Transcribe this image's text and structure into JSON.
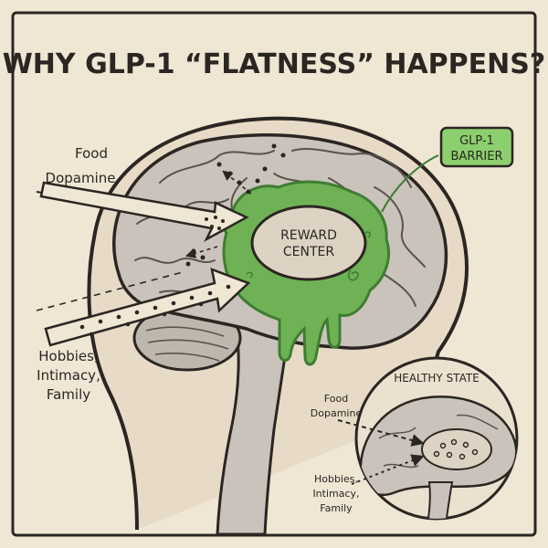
{
  "title": "WHY GLP-1 “FLATNESS” HAPPENS?",
  "labels": {
    "food_dopamine_line1": "Food",
    "food_dopamine_line2": "Dopamine",
    "hobbies_line1": "Hobbies,",
    "hobbies_line2": "Intimacy,",
    "hobbies_line3": "Family",
    "reward_line1": "REWARD",
    "reward_line2": "CENTER",
    "barrier_line1": "GLP-1",
    "barrier_line2": "BARRIER"
  },
  "inset": {
    "title": "HEALTHY STATE",
    "food_line1": "Food",
    "food_line2": "Dopamine",
    "hobbies_line1": "Hobbies,",
    "hobbies_line2": "Intimacy,",
    "hobbies_line3": "Family"
  },
  "colors": {
    "background": "#efe6d4",
    "ink": "#2b2622",
    "brain": "#c9c3bb",
    "barrier_green": "#6fb255",
    "barrier_dark": "#3e7d31",
    "badge_fill": "#8ccf6e",
    "skin": "#e7dbc7"
  }
}
